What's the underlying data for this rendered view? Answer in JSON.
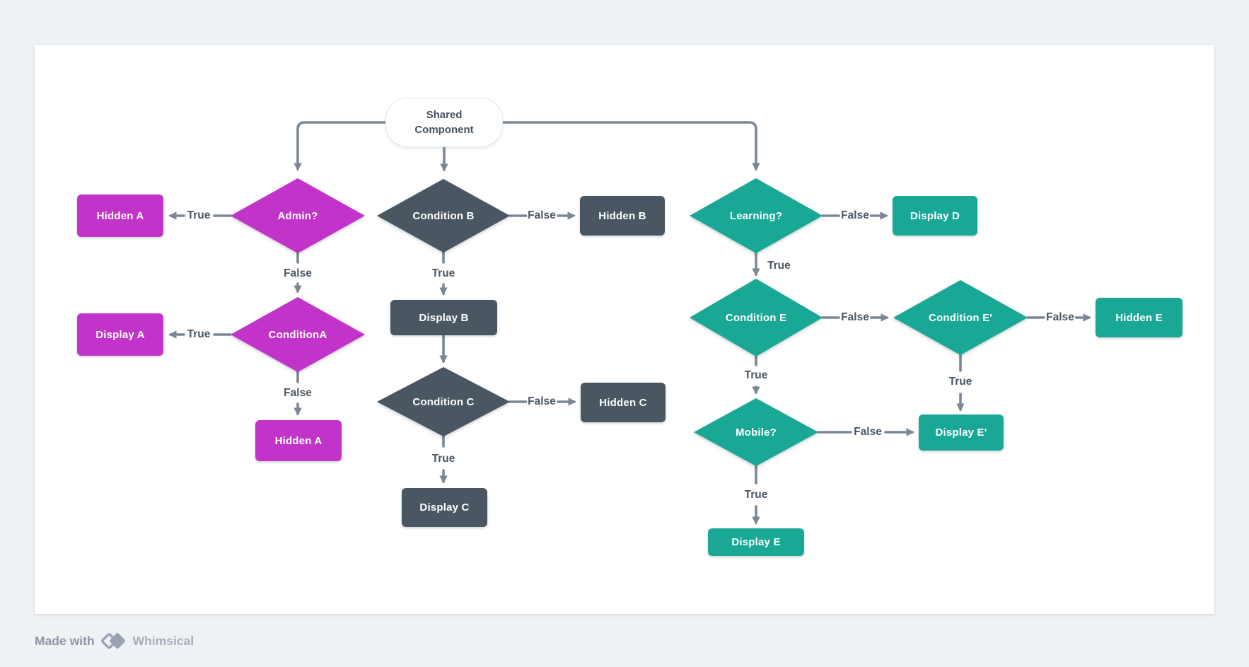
{
  "colors": {
    "background": "#eff2f5",
    "canvas": "#ffffff",
    "magenta": "#c133c9",
    "slate": "#4a5662",
    "teal": "#19a896",
    "connector": "#7b8795",
    "edge_label_text": "#4a5662"
  },
  "nodes": {
    "shared_component": {
      "line1": "Shared",
      "line2": "Component"
    },
    "hidden_a_top": "Hidden A",
    "admin": "Admin?",
    "display_a": "Display A",
    "condition_a": "ConditionA",
    "hidden_a_bottom": "Hidden A",
    "condition_b": "Condition B",
    "hidden_b": "Hidden B",
    "display_b": "Display B",
    "condition_c": "Condition C",
    "hidden_c": "Hidden C",
    "display_c": "Display C",
    "learning": "Learning?",
    "display_d": "Display D",
    "condition_e": "Condition E",
    "condition_e_prime": "Condition E'",
    "hidden_e": "Hidden E",
    "mobile": "Mobile?",
    "display_e_prime": "Display E'",
    "display_e": "Display E"
  },
  "edge_labels": {
    "admin_true": "True",
    "admin_false": "False",
    "condition_a_true": "True",
    "condition_a_false": "False",
    "condition_b_false": "False",
    "condition_b_true": "True",
    "condition_c_false": "False",
    "condition_c_true": "True",
    "learning_false": "False",
    "learning_true": "True",
    "condition_e_false": "False",
    "condition_e_true": "True",
    "condition_e_prime_false": "False",
    "condition_e_prime_true": "True",
    "mobile_false": "False",
    "mobile_true": "True"
  },
  "footer": {
    "made_with": "Made with",
    "brand": "Whimsical",
    "logo_icon": "whimsical-diamond-logo"
  }
}
